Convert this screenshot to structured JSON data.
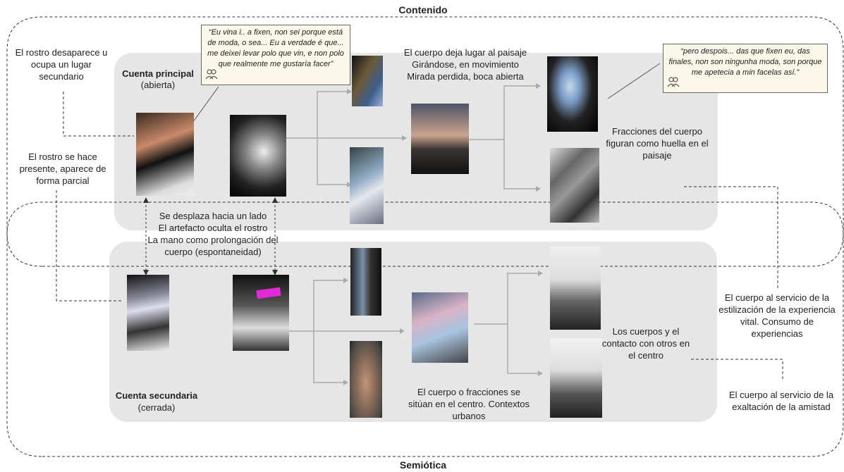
{
  "titles": {
    "top": "Contenido",
    "bottom": "Semiótica"
  },
  "accounts": {
    "main_title": "Cuenta principal",
    "main_sub": "(abierta)",
    "secondary_title": "Cuenta secundaria",
    "secondary_sub": "(cerrada)"
  },
  "quotes": {
    "q1": "“Eu vina i.. a fixen, non sei porque está de moda, o sea... Eu a verdade é que... me deixei levar polo que vin, e non polo que realmente me gustaría facer”",
    "q2": "“pero despois... das que fixen eu, das finales, non son ningunha moda, son porque me apetecia a min facelas así.”"
  },
  "labels": {
    "left1": "El rostro desaparece u ocupa un lugar secundario",
    "left2": "El rostro se hace presente, aparece de forma parcial",
    "mid_top": "El cuerpo deja lugar al paisaje\nGirándose, en movimiento\nMirada perdida, boca abierta",
    "frac": "Fracciones del cuerpo figuran como huella en el paisaje",
    "center": "Se desplaza hacia un lado\nEl artefacto oculta el rostro\nLa mano como prolongación del cuerpo (espontaneidad)",
    "right1": "El cuerpo al servicio de la estilización de la experiencia vital. Consumo de experiencias",
    "bodies": "Los cuerpos y el contacto con otros en el centro",
    "right2": "El cuerpo al servicio de la exaltación de la amistad",
    "bottom_center": "El cuerpo o fracciones se sitúan en el centro. Contextos urbanos"
  },
  "colors": {
    "panel": "#e6e6e6",
    "quote_bg": "#fbf8ea",
    "highlight": "#e02bd6"
  },
  "icons": [
    "person-group-icon"
  ]
}
